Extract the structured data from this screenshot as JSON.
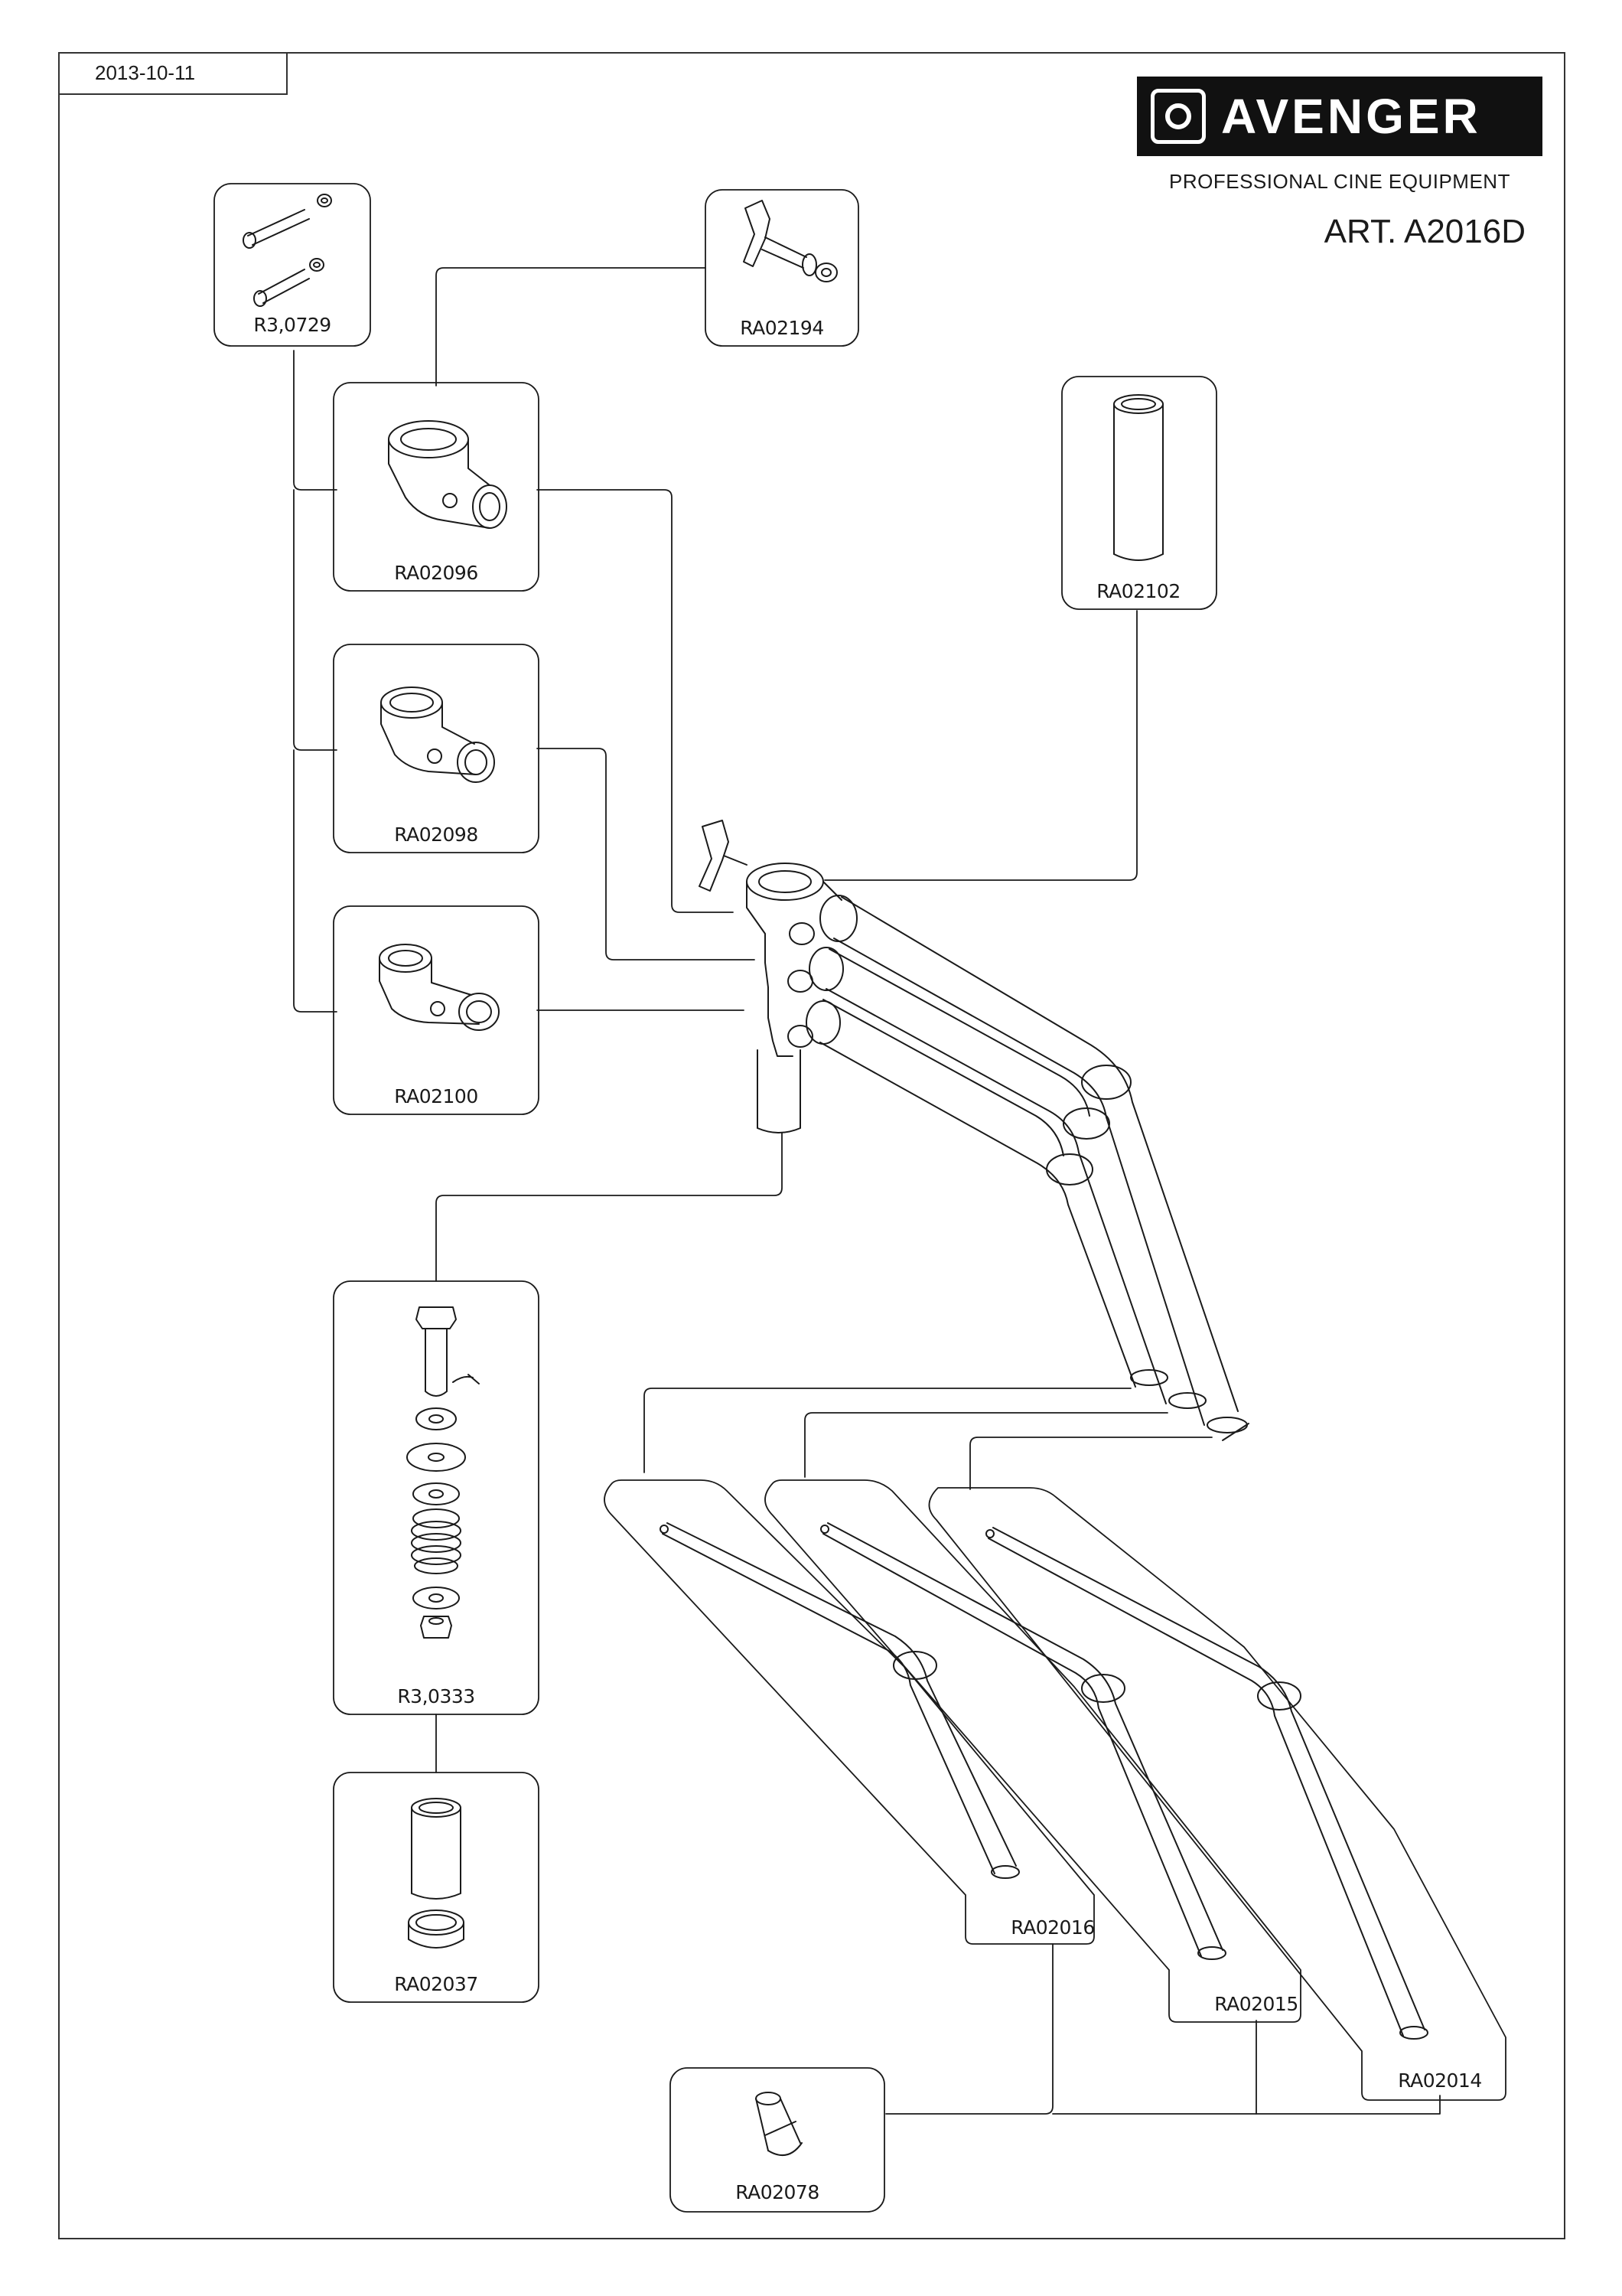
{
  "header": {
    "date": "2013-10-11",
    "brand": "AVENGER",
    "tagline": "PROFESSIONAL CINE EQUIPMENT",
    "article": "ART. A2016D"
  },
  "parts": [
    {
      "id": "r3-0729",
      "code": "R3,0729"
    },
    {
      "id": "ra02194",
      "code": "RA02194"
    },
    {
      "id": "ra02096",
      "code": "RA02096"
    },
    {
      "id": "ra02102",
      "code": "RA02102"
    },
    {
      "id": "ra02098",
      "code": "RA02098"
    },
    {
      "id": "ra02100",
      "code": "RA02100"
    },
    {
      "id": "r3-0333",
      "code": "R3,0333"
    },
    {
      "id": "ra02037",
      "code": "RA02037"
    },
    {
      "id": "ra02016",
      "code": "RA02016"
    },
    {
      "id": "ra02015",
      "code": "RA02015"
    },
    {
      "id": "ra02014",
      "code": "RA02014"
    },
    {
      "id": "ra02078",
      "code": "RA02078"
    }
  ],
  "colors": {
    "ink": "#1a1a1a",
    "logo_bg": "#111111",
    "logo_fg": "#ffffff"
  }
}
